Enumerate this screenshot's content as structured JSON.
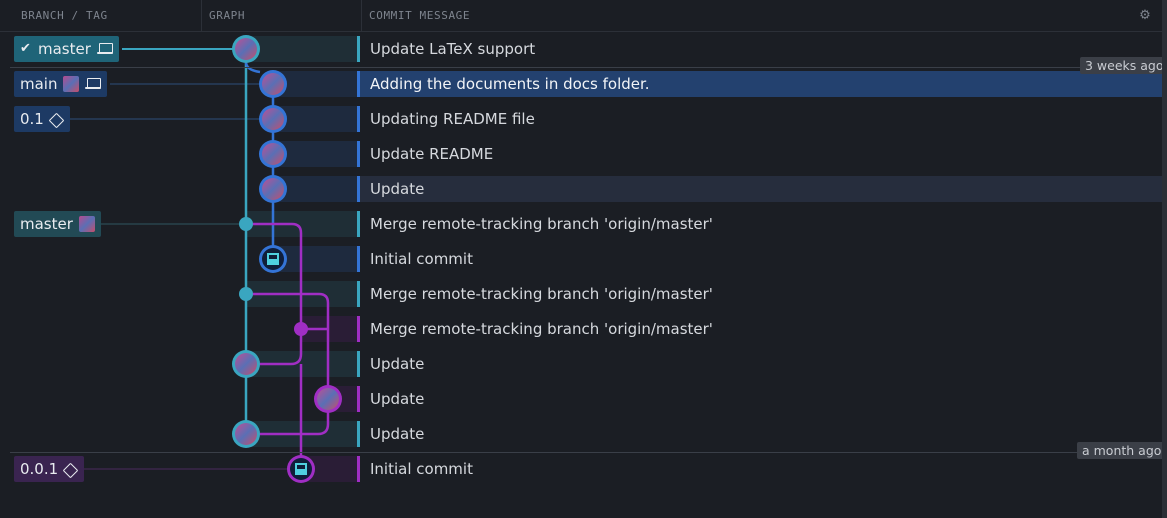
{
  "header": {
    "branch_tag": "BRANCH / TAG",
    "graph": "GRAPH",
    "commit_message": "COMMIT MESSAGE",
    "settings_icon": "gear-icon"
  },
  "colors": {
    "lane_teal": "#3aa6c0",
    "lane_blue": "#3474d6",
    "lane_purple": "#a02ec4",
    "selected_row": "#23416f"
  },
  "time_labels": {
    "recent": "3 weeks ago",
    "older": "a month ago"
  },
  "refs": [
    {
      "name": "master",
      "icons": [
        "check-icon",
        "laptop-icon"
      ],
      "current": true
    },
    {
      "name": "main",
      "icons": [
        "avatar",
        "laptop-icon"
      ]
    },
    {
      "name": "0.1",
      "icons": [
        "tag-icon"
      ]
    },
    {
      "name": "master",
      "icons": [
        "avatar"
      ]
    },
    {
      "name": "0.0.1",
      "icons": [
        "tag-icon"
      ]
    }
  ],
  "commits": [
    {
      "message": "Update LaTeX support"
    },
    {
      "message": "Adding the documents in docs folder.",
      "selected": true
    },
    {
      "message": "Updating README file"
    },
    {
      "message": "Update README"
    },
    {
      "message": "Update",
      "hovered": true
    },
    {
      "message": "Merge remote-tracking branch 'origin/master'"
    },
    {
      "message": "Initial commit"
    },
    {
      "message": "Merge remote-tracking branch 'origin/master'"
    },
    {
      "message": "Merge remote-tracking branch 'origin/master'"
    },
    {
      "message": "Update"
    },
    {
      "message": "Update"
    },
    {
      "message": "Update"
    },
    {
      "message": "Initial commit"
    }
  ]
}
